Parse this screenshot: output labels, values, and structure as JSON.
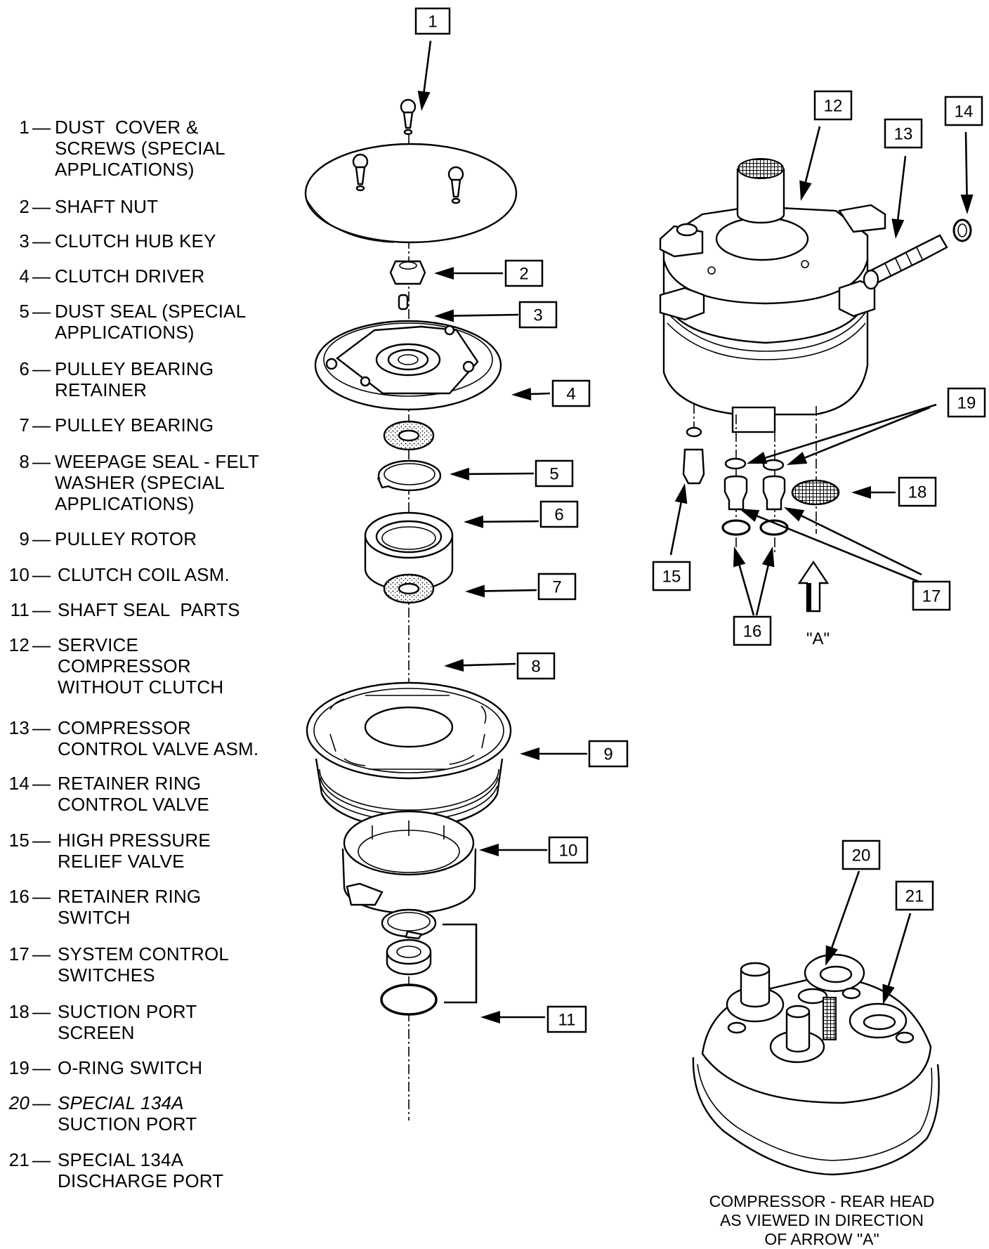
{
  "legend": [
    {
      "num": "1",
      "lines": [
        "DUST  COVER &",
        "SCREWS (SPECIAL",
        "APPLICATIONS)"
      ]
    },
    {
      "num": "2",
      "lines": [
        "SHAFT NUT"
      ]
    },
    {
      "num": "3",
      "lines": [
        "CLUTCH HUB KEY"
      ]
    },
    {
      "num": "4",
      "lines": [
        "CLUTCH DRIVER"
      ]
    },
    {
      "num": "5",
      "lines": [
        "DUST SEAL (SPECIAL",
        "APPLICATIONS)"
      ]
    },
    {
      "num": "6",
      "lines": [
        "PULLEY BEARING",
        "RETAINER"
      ]
    },
    {
      "num": "7",
      "lines": [
        "PULLEY BEARING"
      ]
    },
    {
      "num": "8",
      "lines": [
        "WEEPAGE SEAL - FELT",
        "WASHER (SPECIAL",
        "APPLICATIONS)"
      ]
    },
    {
      "num": "9",
      "lines": [
        "PULLEY ROTOR"
      ]
    },
    {
      "num": "10",
      "lines": [
        "CLUTCH COIL ASM."
      ]
    },
    {
      "num": "11",
      "lines": [
        "SHAFT SEAL  PARTS"
      ]
    },
    {
      "num": "12",
      "lines": [
        "SERVICE",
        "COMPRESSOR",
        "WITHOUT CLUTCH"
      ]
    },
    {
      "num": "13",
      "lines": [
        "COMPRESSOR",
        "CONTROL VALVE ASM."
      ]
    },
    {
      "num": "14",
      "lines": [
        "RETAINER RING",
        "CONTROL VALVE"
      ]
    },
    {
      "num": "15",
      "lines": [
        "HIGH PRESSURE",
        "RELIEF VALVE"
      ]
    },
    {
      "num": "16",
      "lines": [
        "RETAINER RING",
        "SWITCH"
      ]
    },
    {
      "num": "17",
      "lines": [
        "SYSTEM CONTROL",
        "SWITCHES"
      ]
    },
    {
      "num": "18",
      "lines": [
        "SUCTION PORT",
        "SCREEN"
      ]
    },
    {
      "num": "19",
      "lines": [
        "O-RING SWITCH"
      ]
    },
    {
      "num": "20",
      "lines": [
        "SPECIAL 134A",
        "SUCTION PORT"
      ]
    },
    {
      "num": "21",
      "lines": [
        "SPECIAL 134A",
        "DISCHARGE PORT"
      ]
    }
  ],
  "legend_separator": "—",
  "callouts": [
    "1",
    "2",
    "3",
    "4",
    "5",
    "6",
    "7",
    "8",
    "9",
    "10",
    "11",
    "12",
    "13",
    "14",
    "15",
    "16",
    "17",
    "18",
    "19",
    "20",
    "21"
  ],
  "view_arrow_label": "\"A\"",
  "caption": [
    "COMPRESSOR - REAR HEAD",
    "AS VIEWED IN DIRECTION",
    "OF ARROW \"A\""
  ]
}
